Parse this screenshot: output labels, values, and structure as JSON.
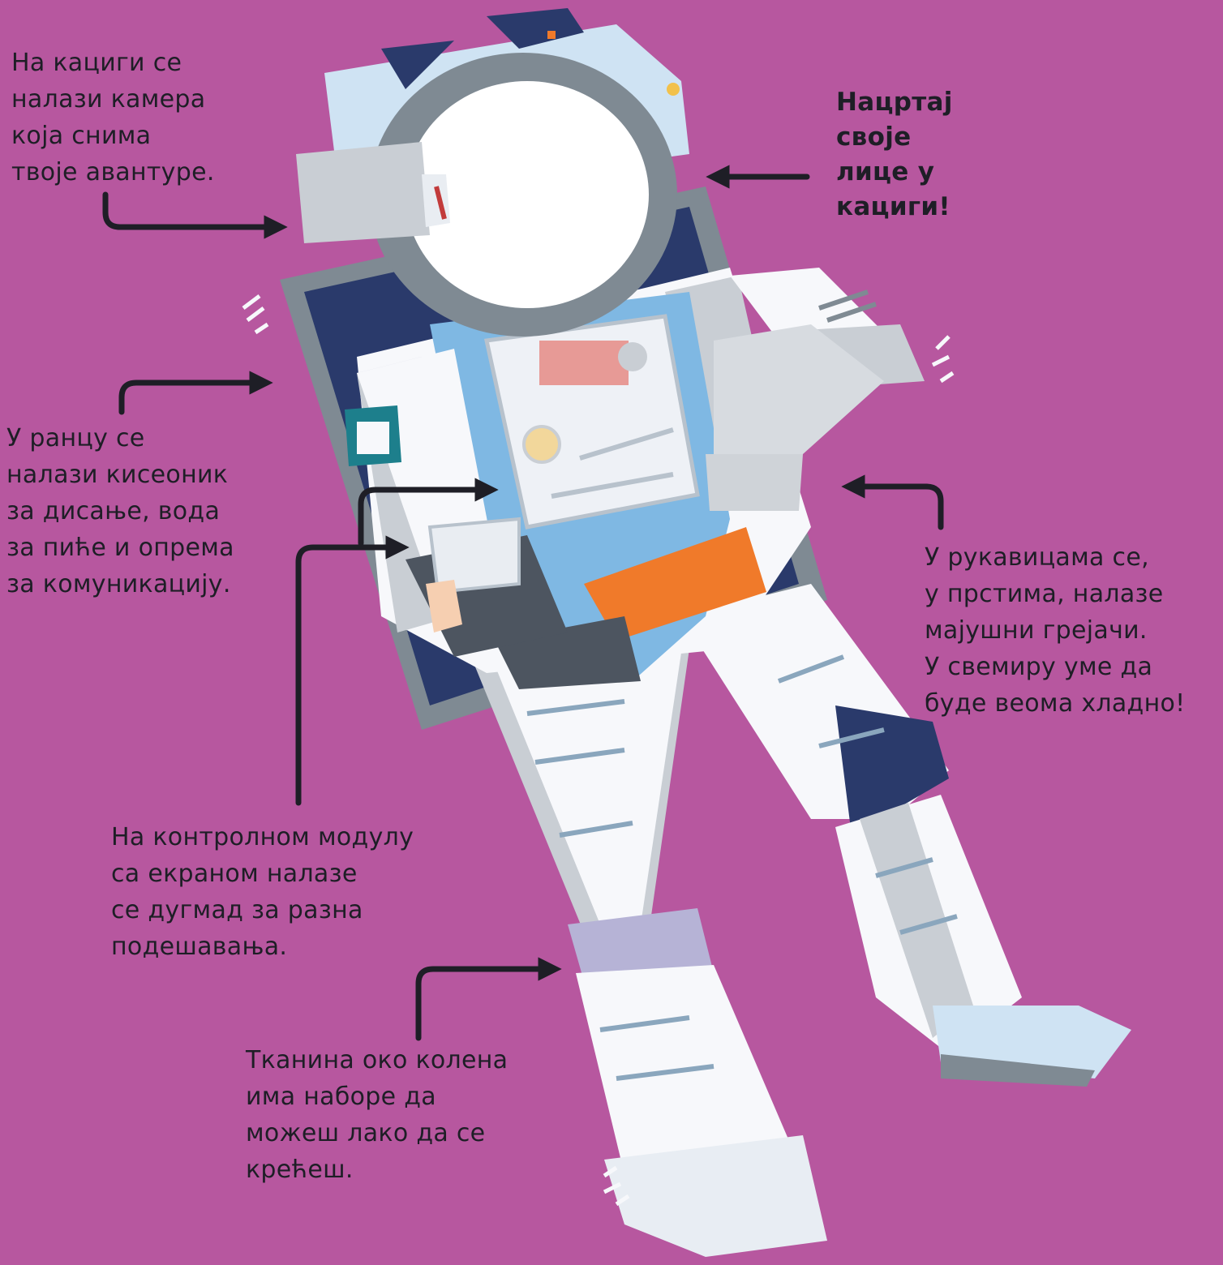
{
  "background_color": "#b7579f",
  "annotations": {
    "helmet_camera": {
      "lines": [
        "На кациги се",
        "налази камера",
        "која снима",
        "твоје авантуре."
      ]
    },
    "draw_face": {
      "lines": [
        "Нацртај",
        "своје",
        "лице у",
        "кациги!"
      ]
    },
    "backpack": {
      "lines": [
        "У ранцу се",
        "налази кисеоник",
        "за дисање, вода",
        "за пиће и опрема",
        "за комуникацију."
      ]
    },
    "gloves": {
      "lines": [
        "У рукавицама се,",
        "у прстима, налазе",
        "мајушни грејачи.",
        "У свемиру уме да",
        "буде веома хладно!"
      ]
    },
    "control_module": {
      "lines": [
        "На контролном модулу",
        "са екраном налазе",
        "се дугмад за разна",
        "подешавања."
      ]
    },
    "knee_fabric": {
      "lines": [
        "Тканина око колена",
        "има наборе да",
        "можеш лако да се",
        "крећеш."
      ]
    }
  },
  "colors": {
    "arrow": "#1e1e26",
    "suit_white": "#f7f8fb",
    "suit_gray": "#7f8a93",
    "suit_navy": "#2a3a6b",
    "panel_blue": "#7fb8e3",
    "belt_orange": "#f07a2a",
    "visor_light": "#cfe3f3",
    "teal_badge": "#1d7f8c"
  }
}
